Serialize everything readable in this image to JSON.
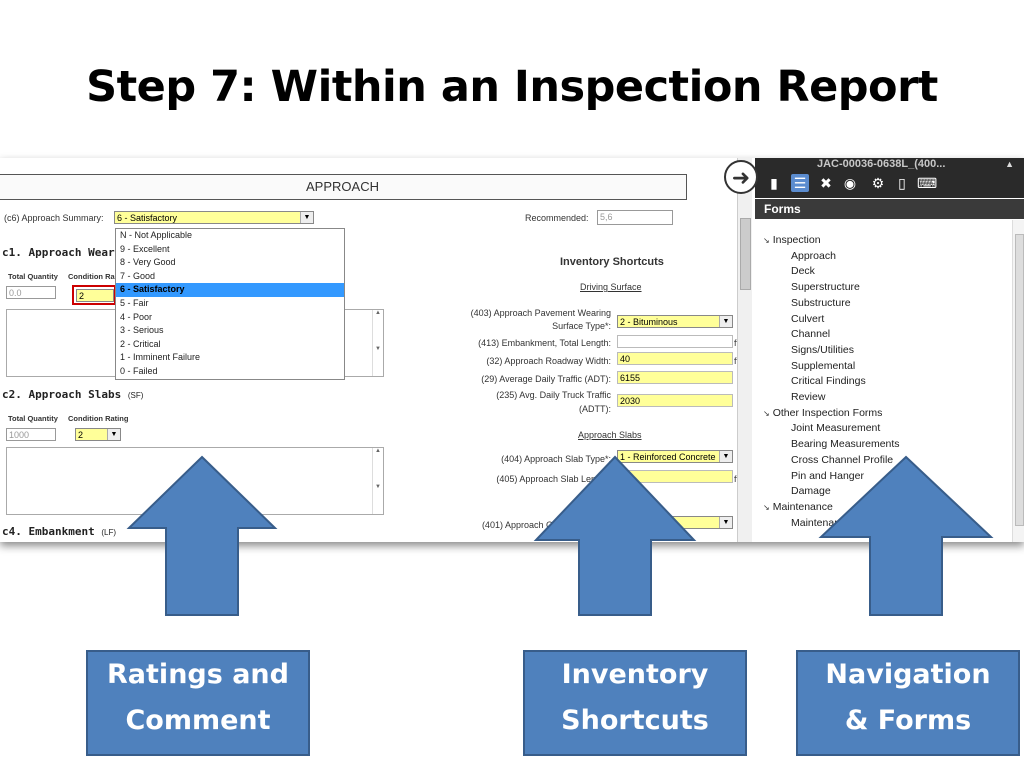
{
  "slide": {
    "title": "Step 7: Within an Inspection Report"
  },
  "form": {
    "header": "APPROACH",
    "summary_label": "(c6) Approach Summary:",
    "summary_value": "6 - Satisfactory",
    "recommended_label": "Recommended:",
    "recommended_value": "5,6",
    "dropdown_options": [
      "N - Not Applicable",
      "9 - Excellent",
      "8 - Very Good",
      "7 - Good",
      "6 - Satisfactory",
      "5 - Fair",
      "4 - Poor",
      "3 - Serious",
      "2 - Critical",
      "1 - Imminent Failure",
      "0 - Failed"
    ],
    "c1": {
      "title": "c1. Approach Wear",
      "qty_label": "Total Quantity",
      "rating_label": "Condition Ra",
      "qty_value": "0.0",
      "rating_value": "2"
    },
    "c2": {
      "title": "c2. Approach Slabs",
      "unit": "(SF)",
      "qty_label": "Total Quantity",
      "rating_label": "Condition Rating",
      "qty_value": "1000",
      "rating_value": "2"
    },
    "c4": {
      "title": "c4. Embankment",
      "unit": "(LF)"
    }
  },
  "inventory": {
    "heading": "Inventory Shortcuts",
    "driving_surface": "Driving Surface",
    "approach_slabs": "Approach Slabs",
    "rows": {
      "r403_label_1": "(403) Approach Pavement Wearing",
      "r403_label_2": "Surface Type*:",
      "r403_value": "2 - Bituminous",
      "r413_label": "(413) Embankment, Total Length:",
      "r32_label": "(32) Approach Roadway Width:",
      "r32_value": "40",
      "r29_label": "(29) Average Daily Traffic (ADT):",
      "r29_value": "6155",
      "r235_label_1": "(235) Avg. Daily Truck Traffic",
      "r235_label_2": "(ADTT):",
      "r235_value": "2030",
      "r404_label": "(404) Approach Slab Type*:",
      "r404_value": "1 - Reinforced Concrete",
      "r405_label": "(405) Approach Slab Length:",
      "r401_label": "(401) Approach Guard",
      "unit_ft": "ft"
    }
  },
  "panel": {
    "title": "JAC-00036-0638L_(400...",
    "forms_label": "Forms",
    "tree": [
      {
        "label": "Inspection",
        "level": 0
      },
      {
        "label": "Approach",
        "level": 1
      },
      {
        "label": "Deck",
        "level": 1
      },
      {
        "label": "Superstructure",
        "level": 1
      },
      {
        "label": "Substructure",
        "level": 1
      },
      {
        "label": "Culvert",
        "level": 1
      },
      {
        "label": "Channel",
        "level": 1
      },
      {
        "label": "Signs/Utilities",
        "level": 1
      },
      {
        "label": "Supplemental",
        "level": 1
      },
      {
        "label": "Critical Findings",
        "level": 1
      },
      {
        "label": "Review",
        "level": 1
      },
      {
        "label": "Other Inspection Forms",
        "level": 0
      },
      {
        "label": "Joint Measurement",
        "level": 1
      },
      {
        "label": "Bearing Measurements",
        "level": 1
      },
      {
        "label": "Cross Channel Profile",
        "level": 1
      },
      {
        "label": "Pin and Hanger",
        "level": 1
      },
      {
        "label": "Damage",
        "level": 1
      },
      {
        "label": "Maintenance",
        "level": 0
      },
      {
        "label": "Maintenan",
        "level": 1
      }
    ]
  },
  "callouts": {
    "ratings": "Ratings and Comment",
    "ratings_l1": "Ratings and",
    "ratings_l2": "Comment",
    "inventory_l1": "Inventory",
    "inventory_l2": "Shortcuts",
    "navigation_l1": "Navigation",
    "navigation_l2": "& Forms"
  },
  "colors": {
    "arrow_fill": "#4f81bd",
    "arrow_stroke": "#385d8a",
    "field_yellow": "#ffff99",
    "dropdown_highlight": "#3399ff"
  }
}
